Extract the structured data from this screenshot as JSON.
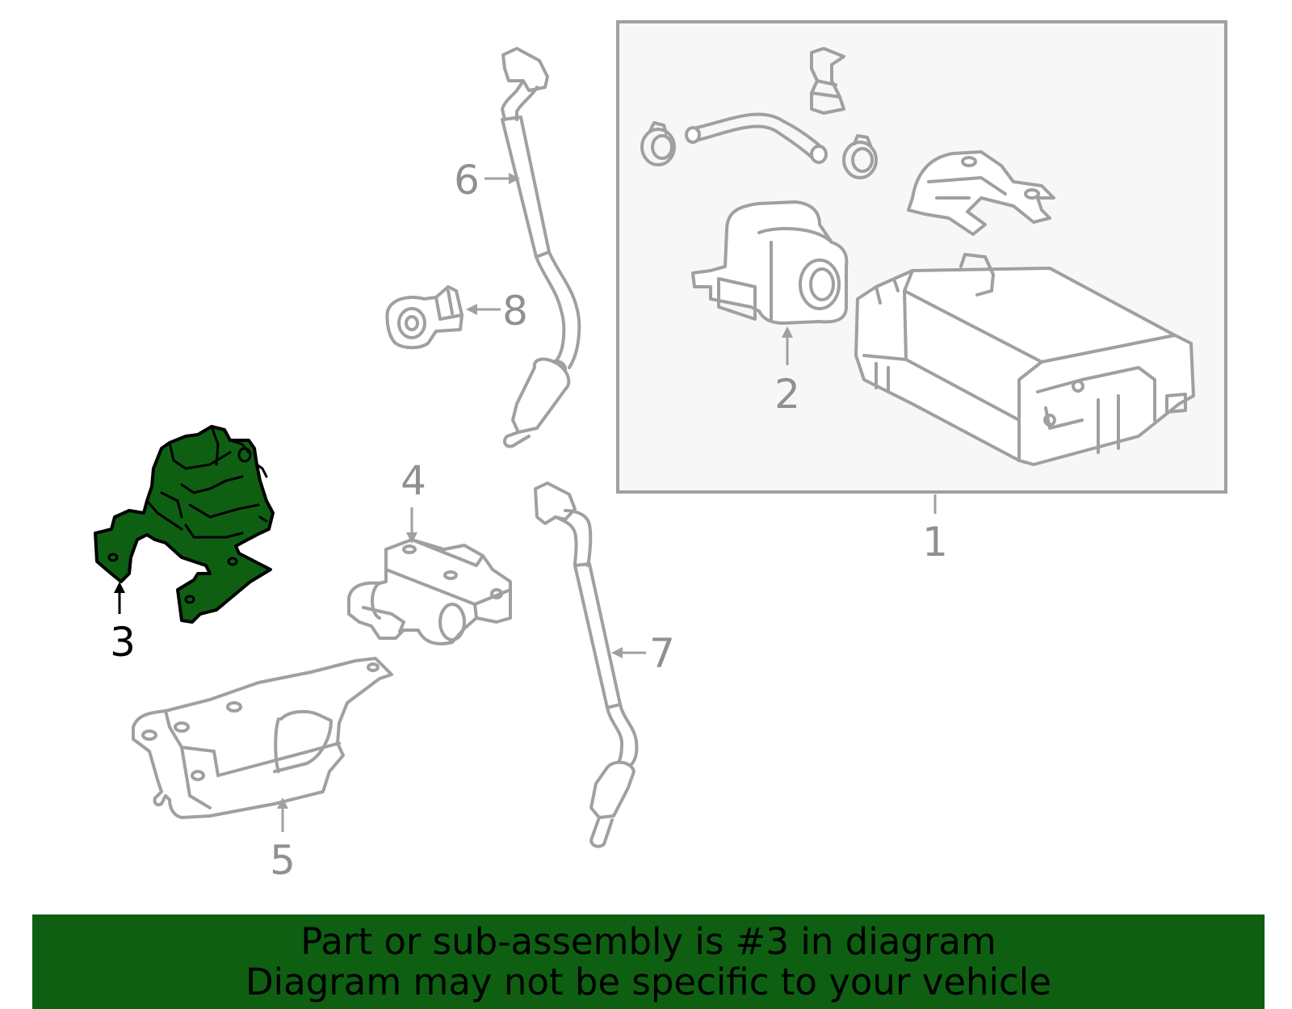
{
  "colors": {
    "highlight": "#0e5f12",
    "part_stroke": "#a0a0a0",
    "label_gray": "#909090",
    "label_highlight": "#000000",
    "assembly_box_bg": "#f7f7f7",
    "banner_bg": "#0e5f12"
  },
  "diagram": {
    "highlighted_part": "3",
    "labels": {
      "p1": "1",
      "p2": "2",
      "p3": "3",
      "p4": "4",
      "p5": "5",
      "p6": "6",
      "p7": "7",
      "p8": "8"
    }
  },
  "banner": {
    "line1": "Part or sub-assembly is #3 in diagram",
    "line2": "Diagram may not be specific to your vehicle"
  }
}
